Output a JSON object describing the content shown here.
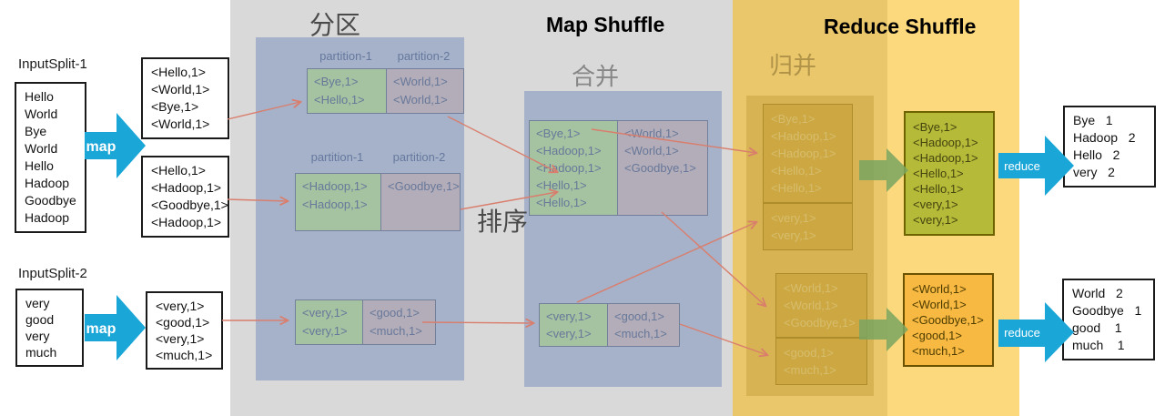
{
  "titles": {
    "partition_zone": "分区",
    "map_shuffle": "Map Shuffle",
    "merge": "合并",
    "reduce_shuffle": "Reduce Shuffle",
    "merge_sort": "归并",
    "sort": "排序"
  },
  "arrows": {
    "map_label": "map",
    "reduce_label": "reduce"
  },
  "input_splits": [
    {
      "label": "InputSplit-1",
      "lines": [
        "Hello",
        "World",
        "Bye",
        "World",
        "Hello",
        "Hadoop",
        "Goodbye",
        "Hadoop"
      ]
    },
    {
      "label": "InputSplit-2",
      "lines": [
        "very",
        "good",
        "very",
        "much"
      ]
    }
  ],
  "map_outputs": [
    {
      "items": [
        "<Hello,1>",
        "<World,1>",
        "<Bye,1>",
        "<World,1>"
      ]
    },
    {
      "items": [
        "<Hello,1>",
        "<Hadoop,1>",
        "<Goodbye,1>",
        "<Hadoop,1>"
      ]
    },
    {
      "items": [
        "<very,1>",
        "<good,1>",
        "<very,1>",
        "<much,1>"
      ]
    }
  ],
  "partition_rows": [
    {
      "headers": [
        "partition-1",
        "partition-2"
      ],
      "p1": [
        "<Bye,1>",
        "<Hello,1>"
      ],
      "p2": [
        "<World,1>",
        "<World,1>"
      ]
    },
    {
      "headers": [
        "partition-1",
        "partition-2"
      ],
      "p1": [
        "<Hadoop,1>",
        "<Hadoop,1>"
      ],
      "p2": [
        "<Goodbye,1>"
      ]
    },
    {
      "headers": [],
      "p1": [
        "<very,1>",
        "<very,1>"
      ],
      "p2": [
        "<good,1>",
        "<much,1>"
      ]
    }
  ],
  "merge_boxes": [
    {
      "p1": [
        "<Bye,1>",
        "<Hadoop,1>",
        "<Hadoop,1>",
        "<Hello,1>",
        "<Hello,1>"
      ],
      "p2": [
        "<World,1>",
        "<World,1>",
        "<Goodbye,1>"
      ]
    },
    {
      "p1": [
        "<very,1>",
        "<very,1>"
      ],
      "p2": [
        "<good,1>",
        "<much,1>"
      ]
    }
  ],
  "merge_sort_groups": [
    {
      "boxes": [
        [
          "<Bye,1>",
          "<Hadoop,1>",
          "<Hadoop,1>",
          "<Hello,1>",
          "<Hello,1>"
        ],
        [
          "<very,1>",
          "<very,1>"
        ]
      ]
    },
    {
      "boxes": [
        [
          "<World,1>",
          "<World,1>",
          "<Goodbye,1>"
        ],
        [
          "<good,1>",
          "<much,1>"
        ]
      ]
    }
  ],
  "reduce_inputs": [
    {
      "items": [
        "<Bye,1>",
        "<Hadoop,1>",
        "<Hadoop,1>",
        "<Hello,1>",
        "<Hello,1>",
        "<very,1>",
        "<very,1>"
      ]
    },
    {
      "items": [
        "<World,1>",
        "<World,1>",
        "<Goodbye,1>",
        "<good,1>",
        "<much,1>"
      ]
    }
  ],
  "outputs": [
    {
      "lines": [
        "Bye   1",
        "Hadoop   2",
        "Hello   2",
        "very   2"
      ]
    },
    {
      "lines": [
        "World   2",
        "Goodbye   1",
        "good    1",
        "much    1"
      ]
    }
  ],
  "colors": {
    "panel_gray": "#d9d9d9",
    "panel_tan": "#e9c76a",
    "panel_yellow": "#fcd97c",
    "panel_blue": "#a5b2ca",
    "cell_green": "#a5c2a1",
    "cell_gray": "#b3adb9",
    "olive_box": "#b6ba39",
    "orange_box": "#f7b941",
    "arrow_blue": "#1ba6d8",
    "arrow_green": "#8ab378",
    "connector_red": "#d97e6d"
  }
}
